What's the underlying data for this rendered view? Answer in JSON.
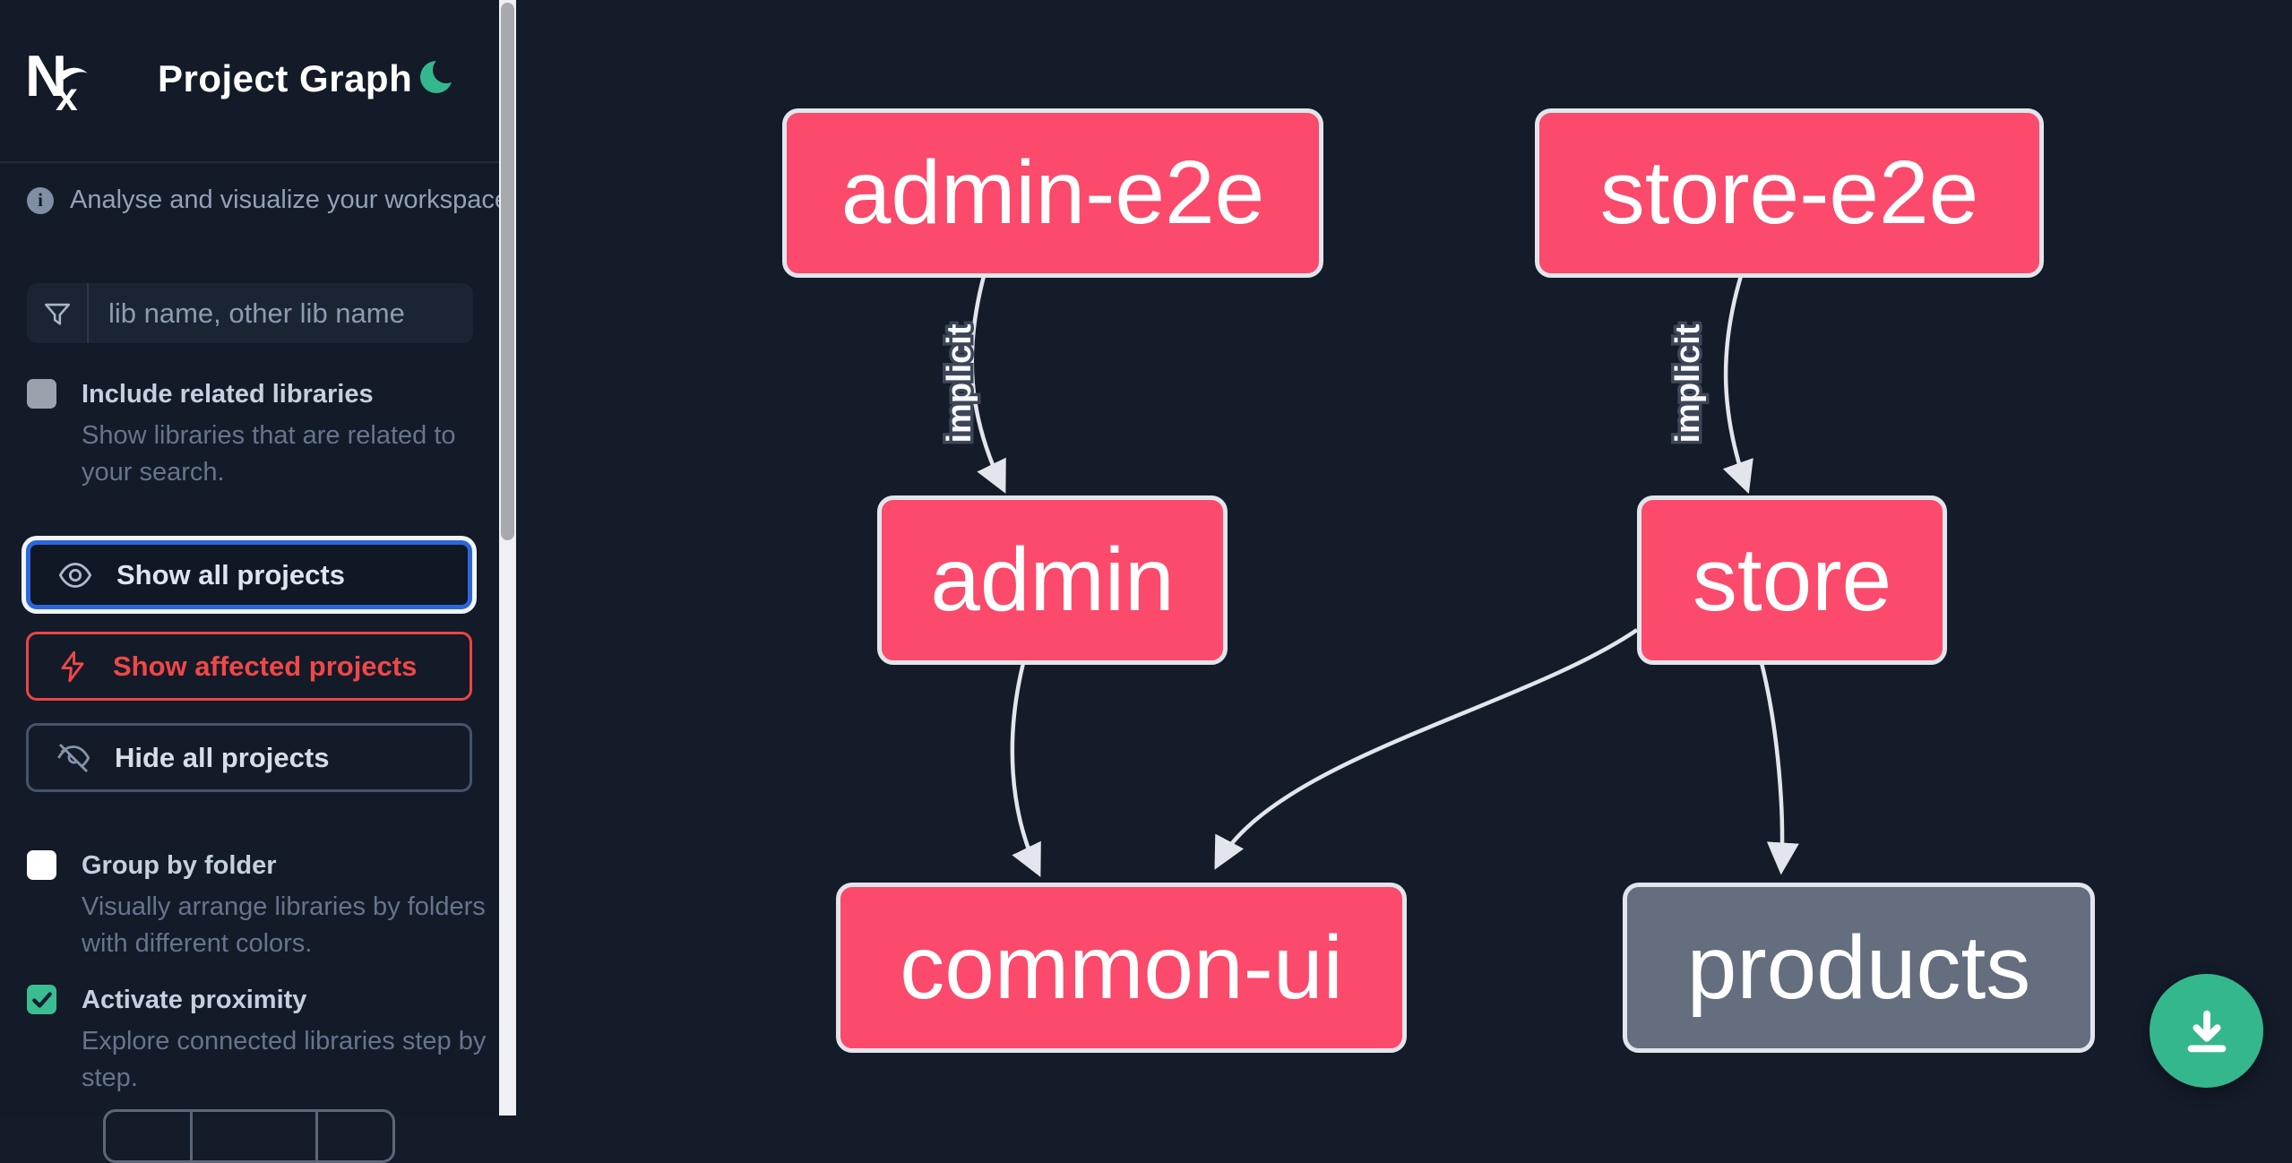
{
  "app": {
    "title": "Project Graph",
    "logo_text": "Nx",
    "theme_toggle_icon": "moon"
  },
  "sidebar": {
    "tagline": "Analyse and visualize your workspace.",
    "search": {
      "placeholder": "lib name, other lib name",
      "icon": "funnel-icon"
    },
    "options": [
      {
        "label": "Include related libraries",
        "description": "Show libraries that are related to your search.",
        "checked": false,
        "enabled": false
      },
      {
        "label": "Group by folder",
        "description": "Visually arrange libraries by folders with different colors.",
        "checked": false,
        "enabled": true
      },
      {
        "label": "Activate proximity",
        "description": "Explore connected libraries step by step.",
        "checked": true,
        "enabled": true
      }
    ],
    "actions": [
      {
        "label": "Show all projects",
        "icon": "eye-icon",
        "state": "focused"
      },
      {
        "label": "Show affected projects",
        "icon": "bolt-icon",
        "state": "affected"
      },
      {
        "label": "Hide all projects",
        "icon": "eye-slash-icon",
        "state": "default"
      }
    ]
  },
  "graph": {
    "nodes": [
      {
        "id": "admin-e2e",
        "label": "admin-e2e",
        "highlighted": true
      },
      {
        "id": "store-e2e",
        "label": "store-e2e",
        "highlighted": true
      },
      {
        "id": "admin",
        "label": "admin",
        "highlighted": true
      },
      {
        "id": "store",
        "label": "store",
        "highlighted": true
      },
      {
        "id": "common-ui",
        "label": "common-ui",
        "highlighted": true
      },
      {
        "id": "products",
        "label": "products",
        "highlighted": false
      }
    ],
    "edges": [
      {
        "source": "admin-e2e",
        "target": "admin",
        "label": "implicit"
      },
      {
        "source": "store-e2e",
        "target": "store",
        "label": "implicit"
      },
      {
        "source": "admin",
        "target": "common-ui",
        "label": ""
      },
      {
        "source": "store",
        "target": "common-ui",
        "label": ""
      },
      {
        "source": "store",
        "target": "products",
        "label": ""
      }
    ]
  },
  "fab": {
    "icon": "download-icon"
  },
  "colors": {
    "accent_green": "#35b78e",
    "node_pink": "#fb4a6b",
    "node_gray": "#646e7e",
    "node_border": "#e2e6ec",
    "edge": "#e2e6ec",
    "affected_red": "#ee4444",
    "focus_blue": "#2d66d9",
    "background": "#141b29"
  }
}
